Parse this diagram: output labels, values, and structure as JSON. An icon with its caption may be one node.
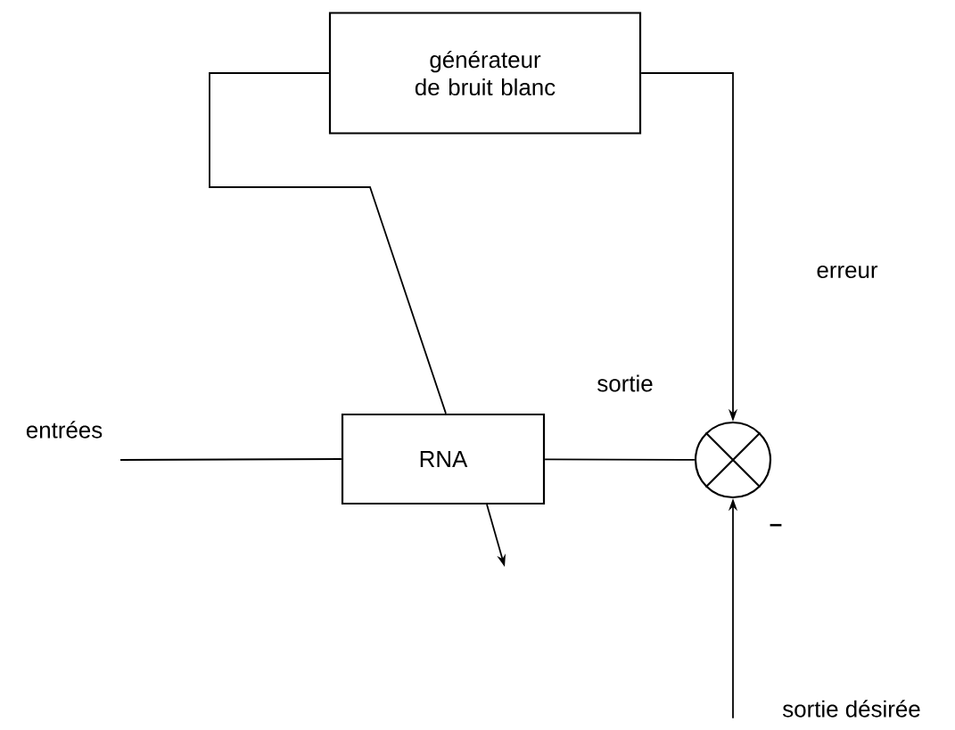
{
  "diagram": {
    "nodes": [
      {
        "text": [
          "générateur de bruit blanc"
        ]
      },
      {
        "text": [
          "RNA"
        ]
      },
      {
        "text": [],
        "shape": "circle"
      },
      {
        "text": [
          "sortie désirée"
        ]
      }
    ],
    "edges": [
      {
        "from": 0,
        "to": 1,
        "arrow": "none"
      },
      {
        "from": 0,
        "to": 2,
        "arrow": "to",
        "label": "erreur"
      },
      {
        "from": null,
        "to": 1,
        "arrow": "none",
        "label": "entrées"
      },
      {
        "from": 1,
        "to": 2,
        "arrow": "none",
        "label": "sortie"
      },
      {
        "from": 1,
        "to": null,
        "arrow": "to"
      },
      {
        "from": 3,
        "to": 2,
        "arrow": "to"
      }
    ],
    "labels": [
      "–"
    ]
  }
}
